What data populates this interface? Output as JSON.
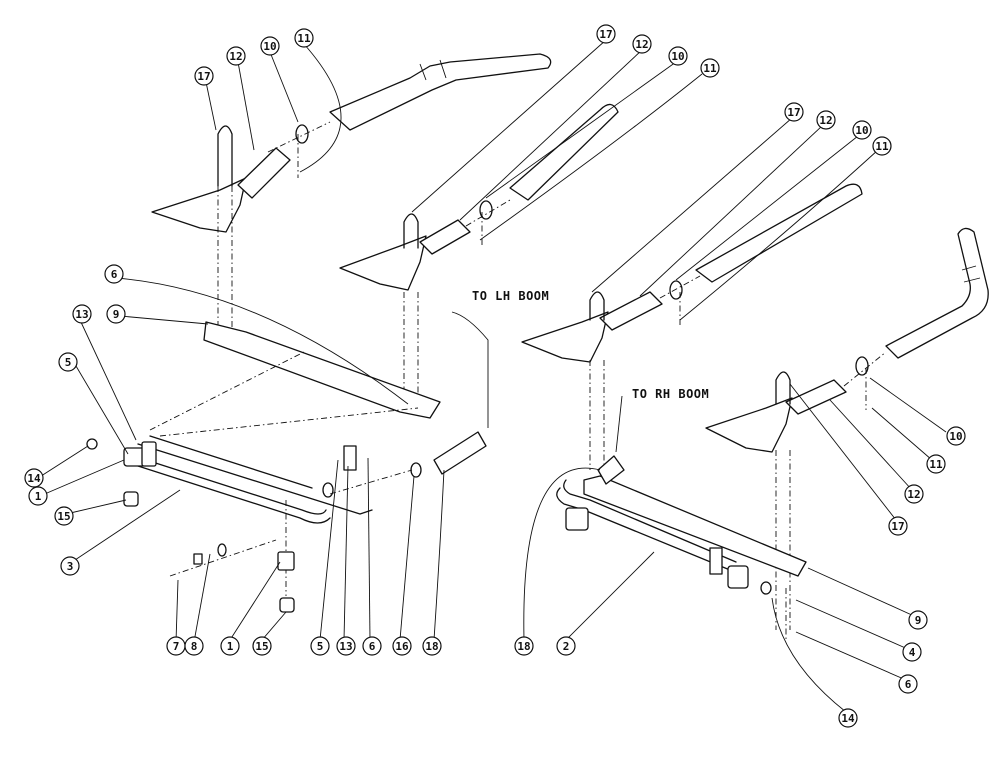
{
  "labels": {
    "to_lh_boom": "TO LH BOOM",
    "to_rh_boom": "TO RH BOOM"
  },
  "callouts": [
    {
      "id": "c1",
      "num": "17"
    },
    {
      "id": "c2",
      "num": "12"
    },
    {
      "id": "c3",
      "num": "10"
    },
    {
      "id": "c4",
      "num": "11"
    },
    {
      "id": "c5",
      "num": "17"
    },
    {
      "id": "c6",
      "num": "12"
    },
    {
      "id": "c7",
      "num": "10"
    },
    {
      "id": "c8",
      "num": "11"
    },
    {
      "id": "c9",
      "num": "17"
    },
    {
      "id": "c10",
      "num": "12"
    },
    {
      "id": "c11",
      "num": "10"
    },
    {
      "id": "c12",
      "num": "11"
    },
    {
      "id": "c13",
      "num": "6"
    },
    {
      "id": "c14",
      "num": "9"
    },
    {
      "id": "c15",
      "num": "13"
    },
    {
      "id": "c16",
      "num": "5"
    },
    {
      "id": "c17",
      "num": "14"
    },
    {
      "id": "c18",
      "num": "1"
    },
    {
      "id": "c19",
      "num": "15"
    },
    {
      "id": "c20",
      "num": "3"
    },
    {
      "id": "c21",
      "num": "7"
    },
    {
      "id": "c22",
      "num": "8"
    },
    {
      "id": "c23",
      "num": "1"
    },
    {
      "id": "c24",
      "num": "15"
    },
    {
      "id": "c25",
      "num": "5"
    },
    {
      "id": "c26",
      "num": "13"
    },
    {
      "id": "c27",
      "num": "6"
    },
    {
      "id": "c28",
      "num": "16"
    },
    {
      "id": "c29",
      "num": "18"
    },
    {
      "id": "c30",
      "num": "18"
    },
    {
      "id": "c31",
      "num": "2"
    },
    {
      "id": "c32",
      "num": "9"
    },
    {
      "id": "c33",
      "num": "4"
    },
    {
      "id": "c34",
      "num": "6"
    },
    {
      "id": "c35",
      "num": "14"
    },
    {
      "id": "c36",
      "num": "10"
    },
    {
      "id": "c37",
      "num": "11"
    },
    {
      "id": "c38",
      "num": "12"
    },
    {
      "id": "c39",
      "num": "17"
    }
  ]
}
